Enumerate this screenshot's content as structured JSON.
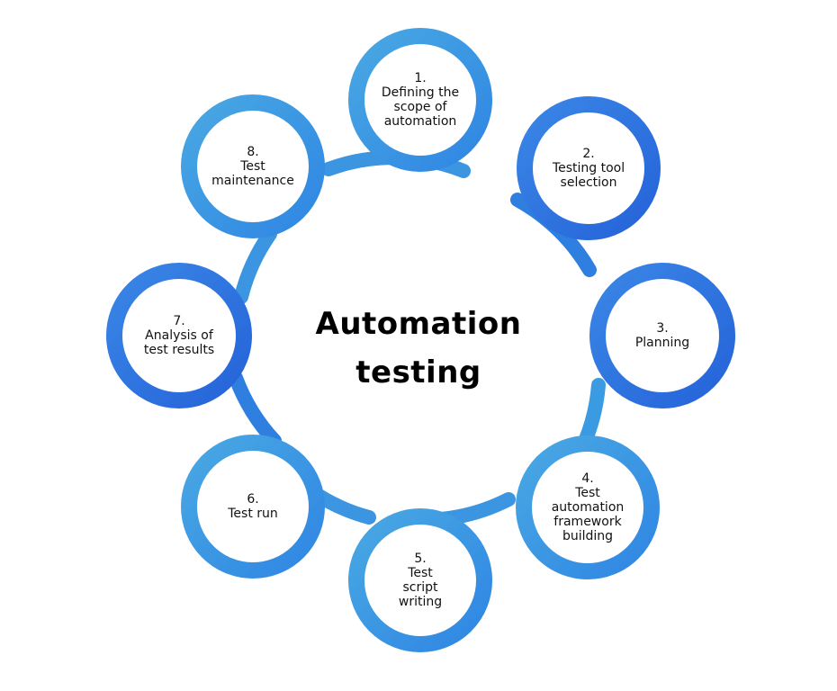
{
  "center": {
    "line1": "Automation",
    "line2": "testing"
  },
  "colors": {
    "ring_light": "#3d9ce0",
    "ring_mid": "#2f86e3",
    "ring_dark": "#2563d9",
    "connector": "#3a8fdf",
    "text": "#111111",
    "background": "#ffffff"
  },
  "steps": [
    {
      "number": "1.",
      "lines": [
        "Defining the",
        "scope of",
        "automation"
      ]
    },
    {
      "number": "2.",
      "lines": [
        "Testing tool",
        "selection"
      ]
    },
    {
      "number": "3.",
      "lines": [
        "Planning"
      ]
    },
    {
      "number": "4.",
      "lines": [
        "Test",
        "automation",
        "framework",
        "building"
      ]
    },
    {
      "number": "5.",
      "lines": [
        "Test",
        "script",
        "writing"
      ]
    },
    {
      "number": "6.",
      "lines": [
        "Test run"
      ]
    },
    {
      "number": "7.",
      "lines": [
        "Analysis of",
        "test results"
      ]
    },
    {
      "number": "8.",
      "lines": [
        "Test",
        "maintenance"
      ]
    }
  ]
}
